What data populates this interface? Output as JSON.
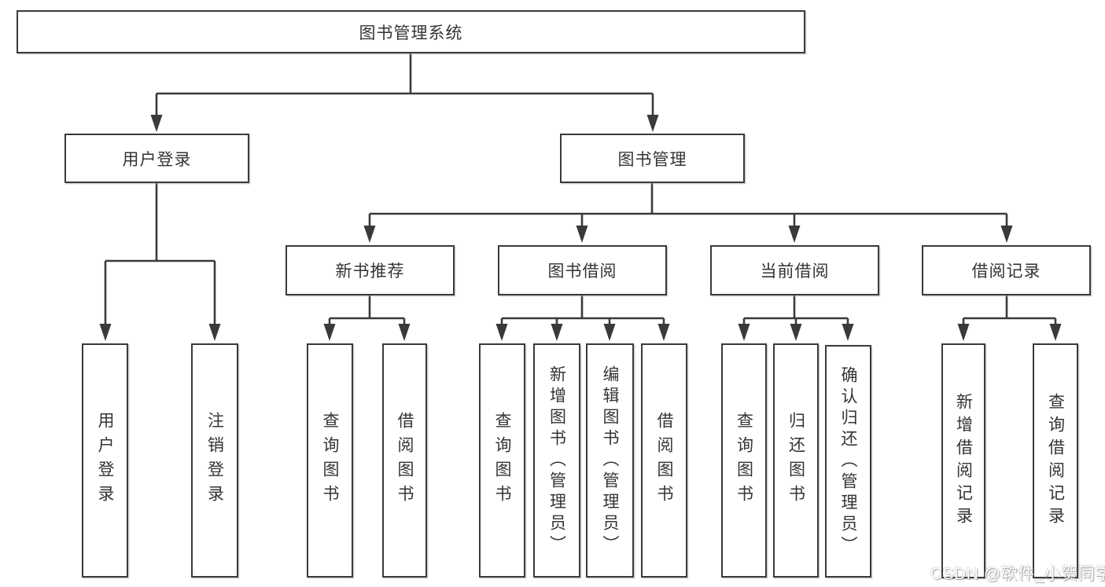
{
  "tree": {
    "root": {
      "label": "图书管理系统"
    },
    "children": [
      {
        "label": "用户登录",
        "children": [
          {
            "label": "用户登录"
          },
          {
            "label": "注销登录"
          }
        ]
      },
      {
        "label": "图书管理",
        "children": [
          {
            "label": "新书推荐",
            "children": [
              {
                "label": "查询图书"
              },
              {
                "label": "借阅图书"
              }
            ]
          },
          {
            "label": "图书借阅",
            "children": [
              {
                "label": "查询图书"
              },
              {
                "label": "新增图书（管理员）"
              },
              {
                "label": "编辑图书（管理员）"
              },
              {
                "label": "借阅图书"
              }
            ]
          },
          {
            "label": "当前借阅",
            "children": [
              {
                "label": "查询图书"
              },
              {
                "label": "归还图书"
              },
              {
                "label": "确认归还（管理员）"
              }
            ]
          },
          {
            "label": "借阅记录",
            "children": [
              {
                "label": "新增借阅记录"
              },
              {
                "label": "查询借阅记录"
              }
            ]
          }
        ]
      }
    ]
  },
  "watermark": {
    "text": "CSDN @软件_小贺同学"
  },
  "colors": {
    "line": "#3a3a3a",
    "text": "#343434",
    "background": "#ffffff",
    "watermark": "#ffffff"
  }
}
